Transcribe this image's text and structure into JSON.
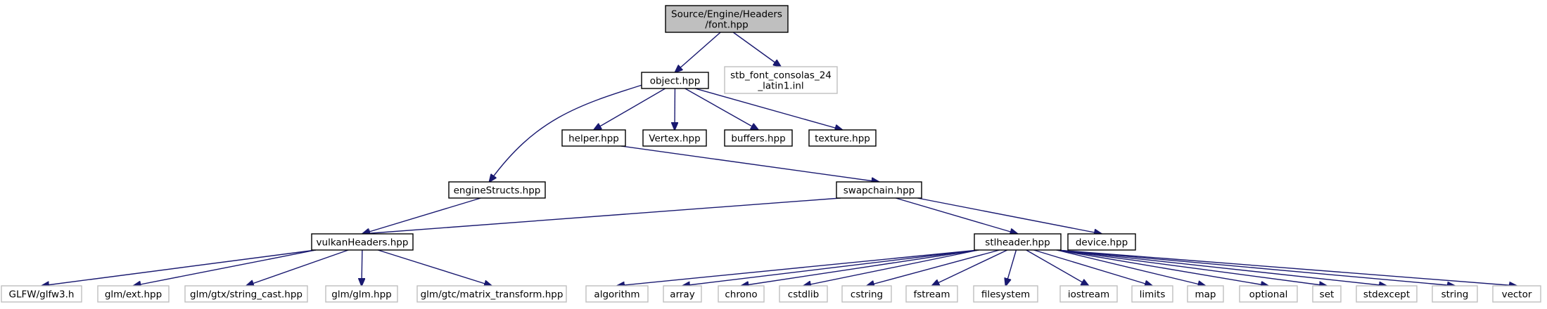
{
  "graph": {
    "nodes": [
      {
        "id": "font",
        "lines": [
          "Source/Engine/Headers",
          "/font.hpp"
        ],
        "kind": "root"
      },
      {
        "id": "object",
        "lines": [
          "object.hpp"
        ],
        "kind": "doc"
      },
      {
        "id": "stb",
        "lines": [
          "stb_font_consolas_24",
          "_latin1.inl"
        ],
        "kind": "external"
      },
      {
        "id": "helper",
        "lines": [
          "helper.hpp"
        ],
        "kind": "doc"
      },
      {
        "id": "vertex",
        "lines": [
          "Vertex.hpp"
        ],
        "kind": "doc"
      },
      {
        "id": "buffers",
        "lines": [
          "buffers.hpp"
        ],
        "kind": "doc"
      },
      {
        "id": "texture",
        "lines": [
          "texture.hpp"
        ],
        "kind": "doc"
      },
      {
        "id": "enginestructs",
        "lines": [
          "engineStructs.hpp"
        ],
        "kind": "doc"
      },
      {
        "id": "swapchain",
        "lines": [
          "swapchain.hpp"
        ],
        "kind": "doc"
      },
      {
        "id": "vulkan",
        "lines": [
          "vulkanHeaders.hpp"
        ],
        "kind": "doc"
      },
      {
        "id": "stlheader",
        "lines": [
          "stlheader.hpp"
        ],
        "kind": "doc"
      },
      {
        "id": "device",
        "lines": [
          "device.hpp"
        ],
        "kind": "doc"
      },
      {
        "id": "glfw",
        "lines": [
          "GLFW/glfw3.h"
        ],
        "kind": "external"
      },
      {
        "id": "glmext",
        "lines": [
          "glm/ext.hpp"
        ],
        "kind": "external"
      },
      {
        "id": "glmstr",
        "lines": [
          "glm/gtx/string_cast.hpp"
        ],
        "kind": "external"
      },
      {
        "id": "glmglm",
        "lines": [
          "glm/glm.hpp"
        ],
        "kind": "external"
      },
      {
        "id": "glmmat",
        "lines": [
          "glm/gtc/matrix_transform.hpp"
        ],
        "kind": "external"
      },
      {
        "id": "algorithm",
        "lines": [
          "algorithm"
        ],
        "kind": "external"
      },
      {
        "id": "array",
        "lines": [
          "array"
        ],
        "kind": "external"
      },
      {
        "id": "chrono",
        "lines": [
          "chrono"
        ],
        "kind": "external"
      },
      {
        "id": "cstdlib",
        "lines": [
          "cstdlib"
        ],
        "kind": "external"
      },
      {
        "id": "cstring",
        "lines": [
          "cstring"
        ],
        "kind": "external"
      },
      {
        "id": "fstream",
        "lines": [
          "fstream"
        ],
        "kind": "external"
      },
      {
        "id": "filesystem",
        "lines": [
          "filesystem"
        ],
        "kind": "external"
      },
      {
        "id": "iostream",
        "lines": [
          "iostream"
        ],
        "kind": "external"
      },
      {
        "id": "limits",
        "lines": [
          "limits"
        ],
        "kind": "external"
      },
      {
        "id": "map",
        "lines": [
          "map"
        ],
        "kind": "external"
      },
      {
        "id": "optional",
        "lines": [
          "optional"
        ],
        "kind": "external"
      },
      {
        "id": "set",
        "lines": [
          "set"
        ],
        "kind": "external"
      },
      {
        "id": "stdexcept",
        "lines": [
          "stdexcept"
        ],
        "kind": "external"
      },
      {
        "id": "string",
        "lines": [
          "string"
        ],
        "kind": "external"
      },
      {
        "id": "vector",
        "lines": [
          "vector"
        ],
        "kind": "external"
      }
    ],
    "edges": [
      {
        "from": "font",
        "to": "object"
      },
      {
        "from": "font",
        "to": "stb"
      },
      {
        "from": "object",
        "to": "helper"
      },
      {
        "from": "object",
        "to": "vertex"
      },
      {
        "from": "object",
        "to": "buffers"
      },
      {
        "from": "object",
        "to": "texture"
      },
      {
        "from": "object",
        "to": "enginestructs"
      },
      {
        "from": "helper",
        "to": "swapchain"
      },
      {
        "from": "enginestructs",
        "to": "vulkan"
      },
      {
        "from": "swapchain",
        "to": "vulkan"
      },
      {
        "from": "swapchain",
        "to": "stlheader"
      },
      {
        "from": "swapchain",
        "to": "device"
      },
      {
        "from": "vulkan",
        "to": "glfw"
      },
      {
        "from": "vulkan",
        "to": "glmext"
      },
      {
        "from": "vulkan",
        "to": "glmstr"
      },
      {
        "from": "vulkan",
        "to": "glmglm"
      },
      {
        "from": "vulkan",
        "to": "glmmat"
      },
      {
        "from": "stlheader",
        "to": "algorithm"
      },
      {
        "from": "stlheader",
        "to": "array"
      },
      {
        "from": "stlheader",
        "to": "chrono"
      },
      {
        "from": "stlheader",
        "to": "cstdlib"
      },
      {
        "from": "stlheader",
        "to": "cstring"
      },
      {
        "from": "stlheader",
        "to": "fstream"
      },
      {
        "from": "stlheader",
        "to": "filesystem"
      },
      {
        "from": "stlheader",
        "to": "iostream"
      },
      {
        "from": "stlheader",
        "to": "limits"
      },
      {
        "from": "stlheader",
        "to": "map"
      },
      {
        "from": "stlheader",
        "to": "optional"
      },
      {
        "from": "stlheader",
        "to": "set"
      },
      {
        "from": "stlheader",
        "to": "stdexcept"
      },
      {
        "from": "stlheader",
        "to": "string"
      },
      {
        "from": "stlheader",
        "to": "vector"
      }
    ],
    "colors": {
      "edge": "#191970",
      "root_fill": "#bfbfbf",
      "node_border": "#000000",
      "external_border": "#bfbfbf"
    }
  }
}
